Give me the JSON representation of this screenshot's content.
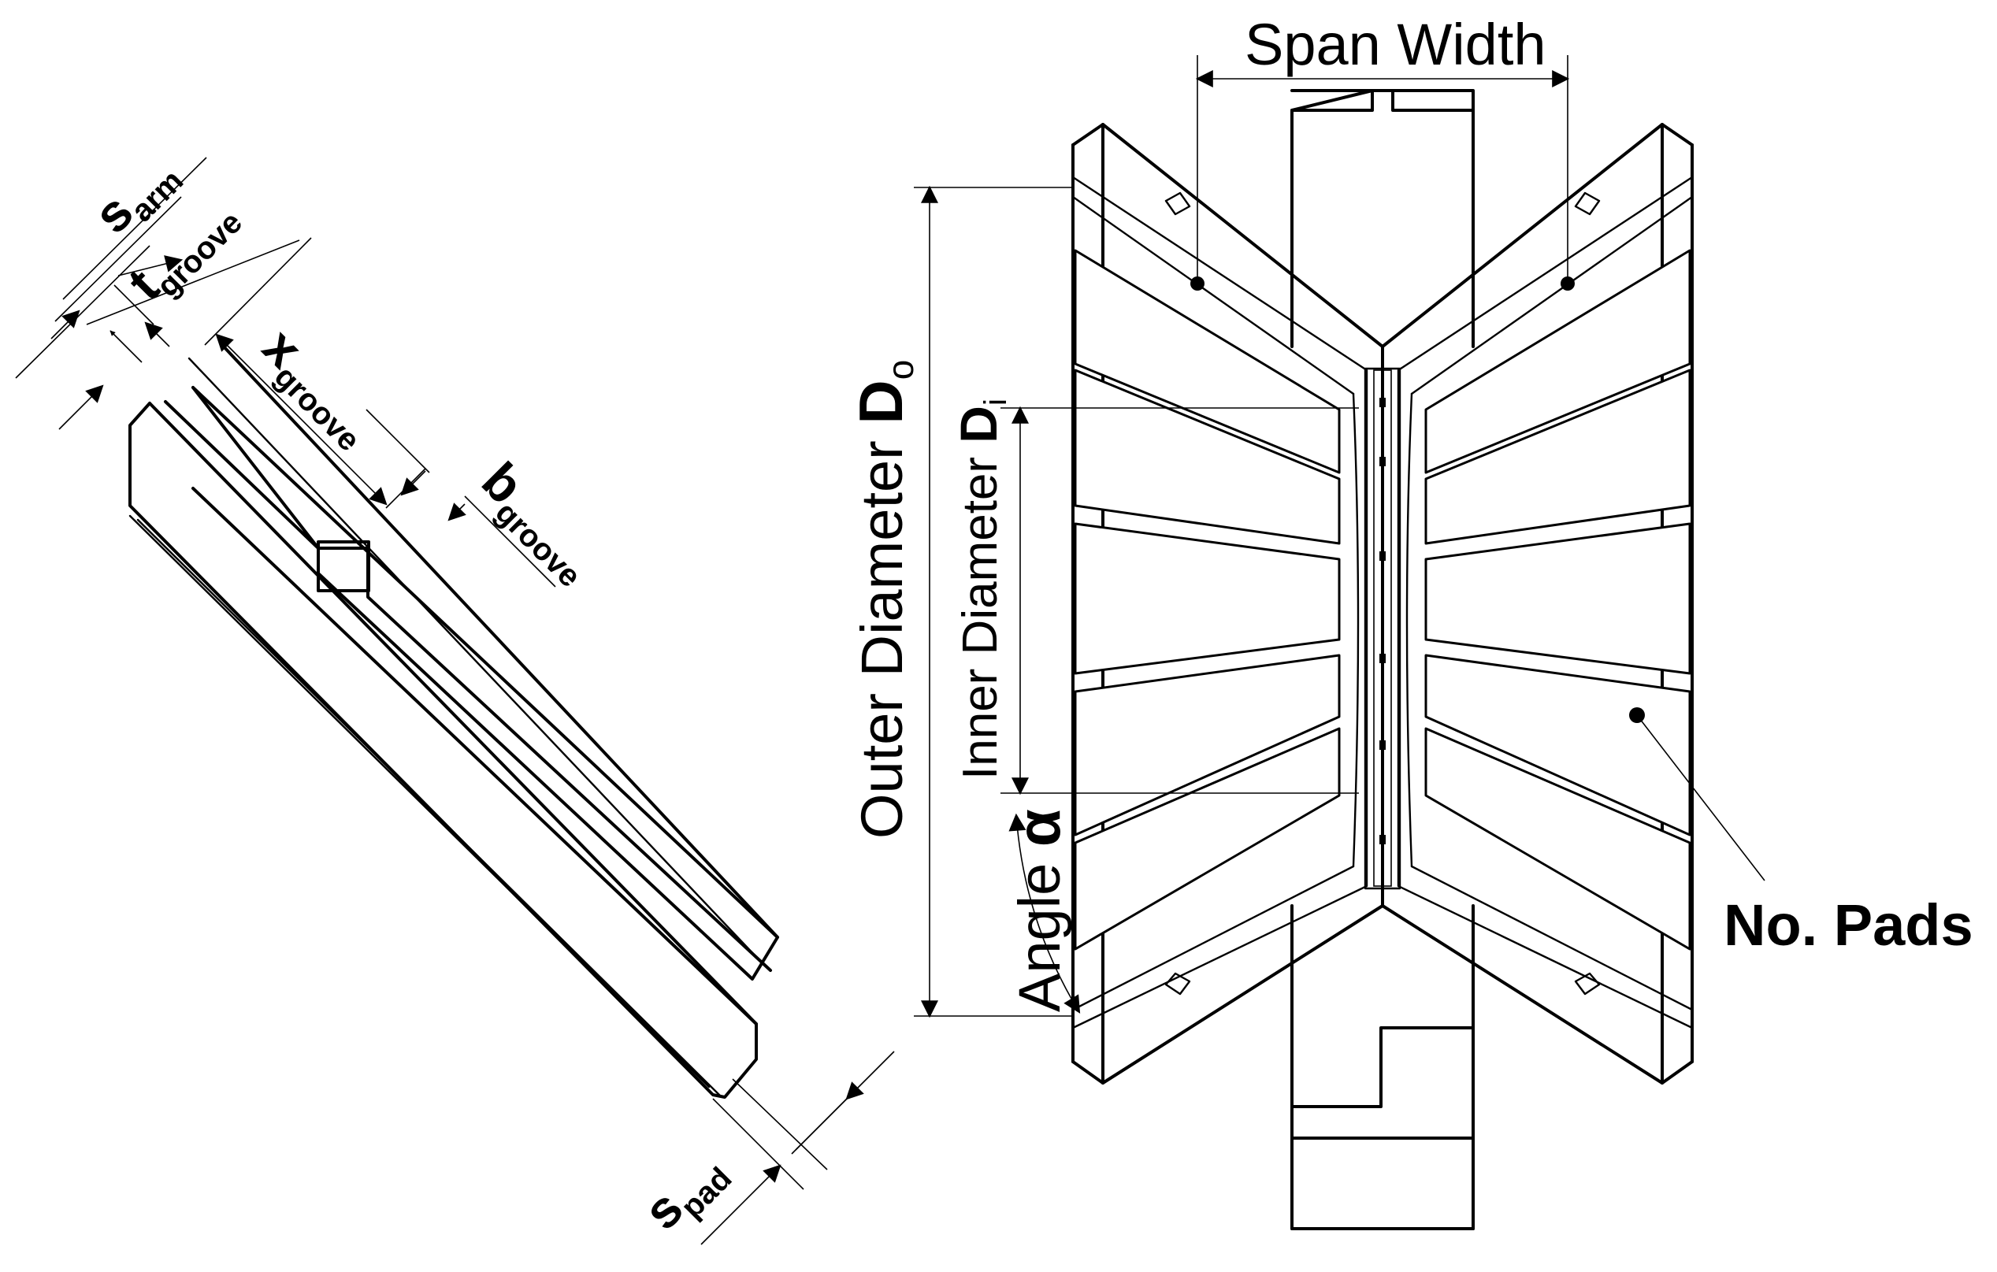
{
  "diagram": {
    "labels": {
      "s_arm": {
        "main": "s",
        "sub": "arm"
      },
      "t_groove": {
        "main": "t",
        "sub": "groove"
      },
      "x_groove": {
        "main": "x",
        "sub": "groove"
      },
      "b_groove": {
        "main": "b",
        "sub": "groove"
      },
      "s_pad": {
        "main": "s",
        "sub": "pad"
      },
      "span_width": "Span Width",
      "outer_diameter": {
        "text": "Outer Diameter ",
        "symbol": "D",
        "sub": "o"
      },
      "inner_diameter": {
        "text": "Inner Diameter ",
        "symbol": "D",
        "sub": "i"
      },
      "angle": {
        "text": "Angle ",
        "symbol": "α"
      },
      "no_pads": "No. Pads"
    }
  }
}
